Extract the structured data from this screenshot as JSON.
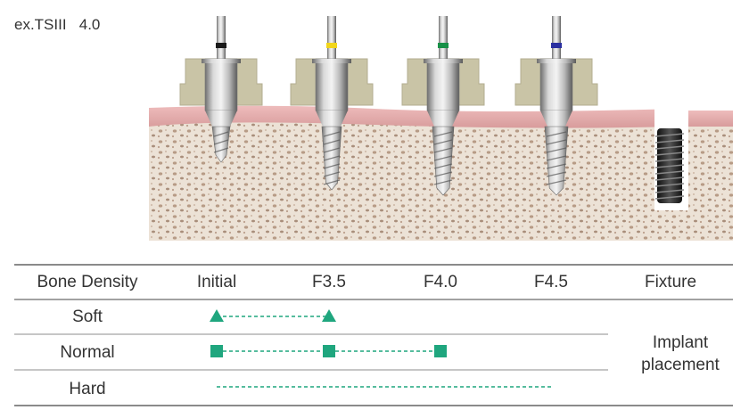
{
  "title": "ex.TSIII   4.0",
  "colors": {
    "gum": "#e6b3b3",
    "bone": "#e9ddd0",
    "guide": "#c9c4a6",
    "accent": "#1fa67e",
    "drill_bands": [
      "#1a1a1a",
      "#f2d61a",
      "#179047",
      "#2a2fa0"
    ]
  },
  "table": {
    "headers": [
      "Bone Density",
      "Initial",
      "F3.5",
      "F4.0",
      "F4.5",
      "Fixture"
    ],
    "rows": [
      {
        "label": "Soft",
        "marker": "triangle",
        "steps": [
          "Initial",
          "F3.5"
        ]
      },
      {
        "label": "Normal",
        "marker": "square",
        "steps": [
          "Initial",
          "F3.5",
          "F4.0"
        ]
      },
      {
        "label": "Hard",
        "marker": "none",
        "steps": [
          "Initial",
          "F3.5",
          "F4.0",
          "F4.5"
        ]
      }
    ],
    "fixture_note": "Implant\nplacement"
  }
}
